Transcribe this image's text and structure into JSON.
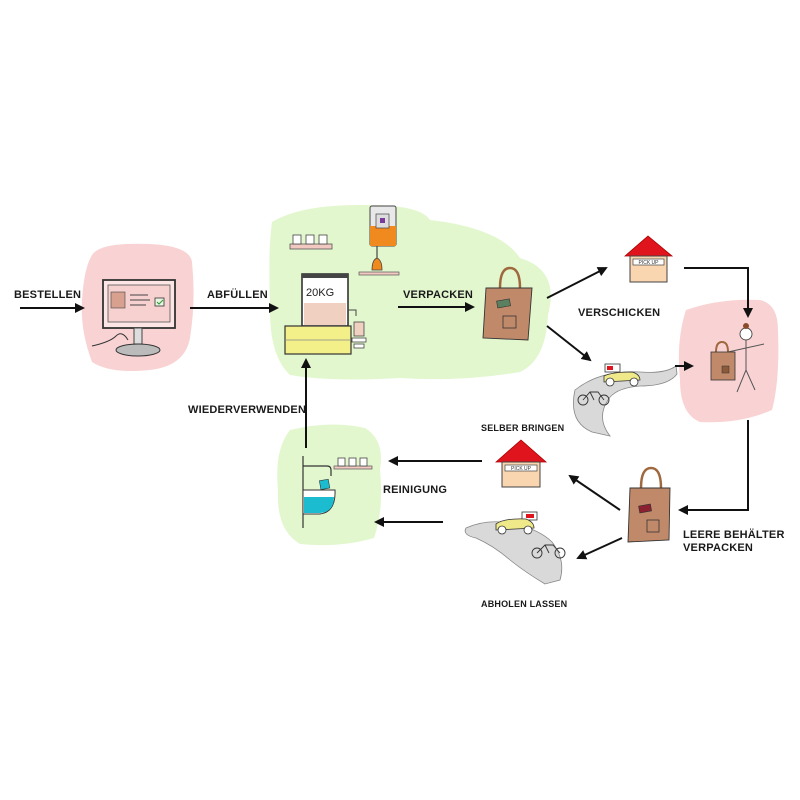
{
  "labels": {
    "bestellen": "BESTELLEN",
    "abfuellen": "ABFÜLLEN",
    "verpacken": "VERPACKEN",
    "verschicken": "VERSCHICKEN",
    "selber_bringen": "SELBER BRINGEN",
    "wiederverwenden": "WIEDERVERWENDEN",
    "reinigung": "REINIGUNG",
    "leere_behaelter": "LEERE BEHÄLTER\nVERPACKEN",
    "abholen_lassen": "ABHOLEN LASSEN"
  },
  "illustrations": {
    "scale_text": "20KG",
    "pickup_sign": "PICK UP"
  },
  "colors": {
    "pink_blob": "#f9d3d3",
    "green_blob": "#e3f7cf",
    "road_gray": "#d9d9d9",
    "bag_brown": "#c08a6a",
    "roof_red": "#e0141c",
    "house_wall": "#f9d5b0",
    "yellow_scale": "#f3f08a",
    "water_cyan": "#1bbccf",
    "orange_oil": "#f08a1e",
    "scooter_yellow": "#efe98a",
    "arrow": "#111111"
  }
}
